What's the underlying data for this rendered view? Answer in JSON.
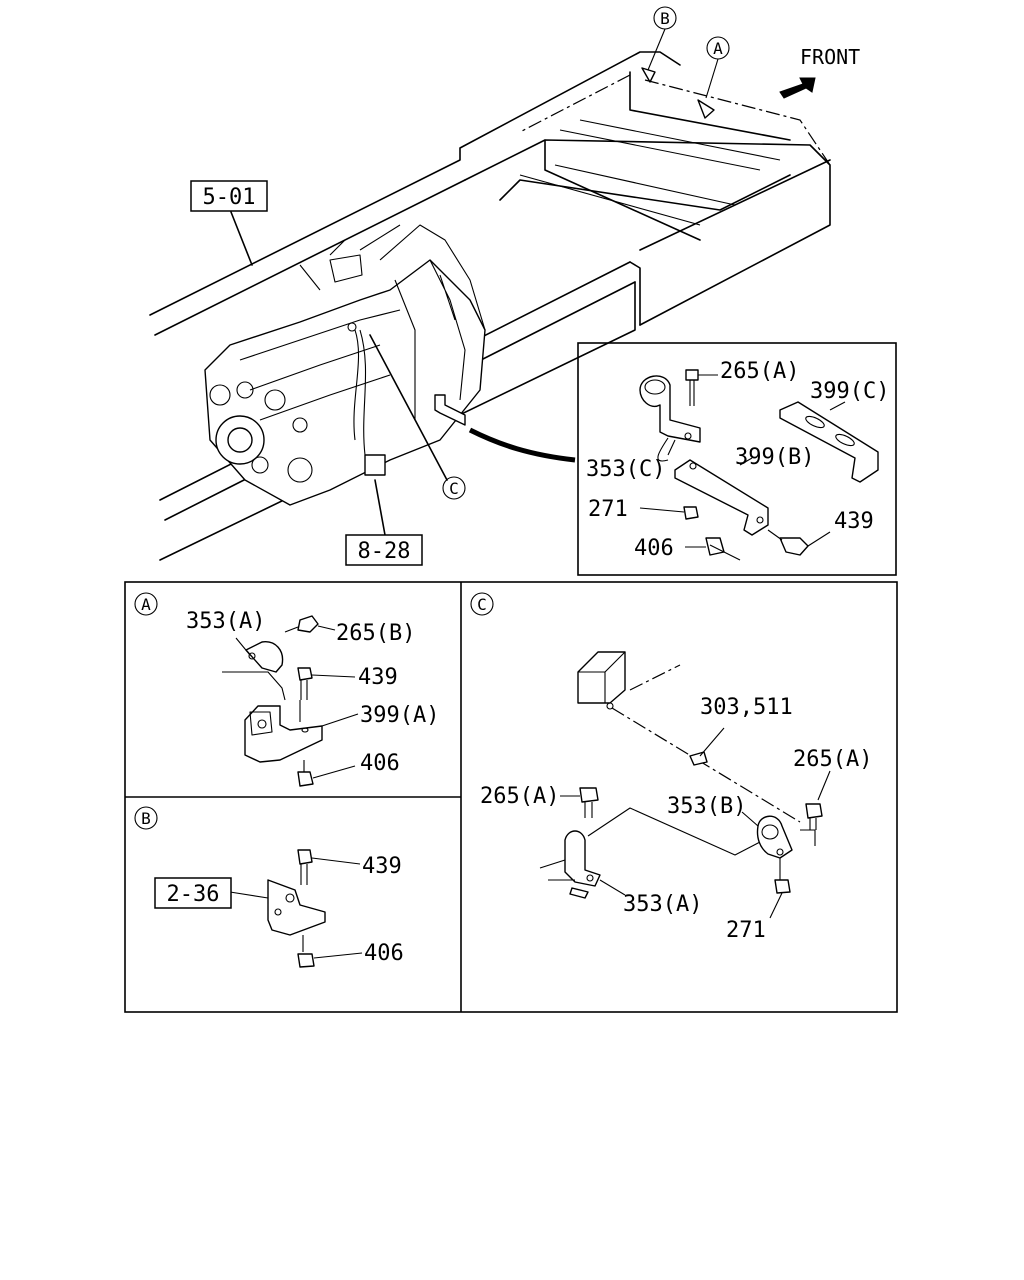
{
  "front_label": "FRONT",
  "refs": {
    "r_5_01": "5-01",
    "r_8_28": "8-28",
    "r_2_36": "2-36"
  },
  "callouts": {
    "a": "A",
    "b": "B",
    "c": "C"
  },
  "main_detail": {
    "p265a": "265(A)",
    "p399c": "399(C)",
    "p353c": "353(C)",
    "p399b": "399(B)",
    "p271": "271",
    "p406": "406",
    "p439": "439"
  },
  "panel_a": {
    "p353a": "353(A)",
    "p265b": "265(B)",
    "p439": "439",
    "p399a": "399(A)",
    "p406": "406"
  },
  "panel_b": {
    "p439": "439",
    "p406": "406"
  },
  "panel_c": {
    "p303": "303,511",
    "p265a_left": "265(A)",
    "p265a_right": "265(A)",
    "p353b": "353(B)",
    "p353a": "353(A)",
    "p271": "271"
  }
}
